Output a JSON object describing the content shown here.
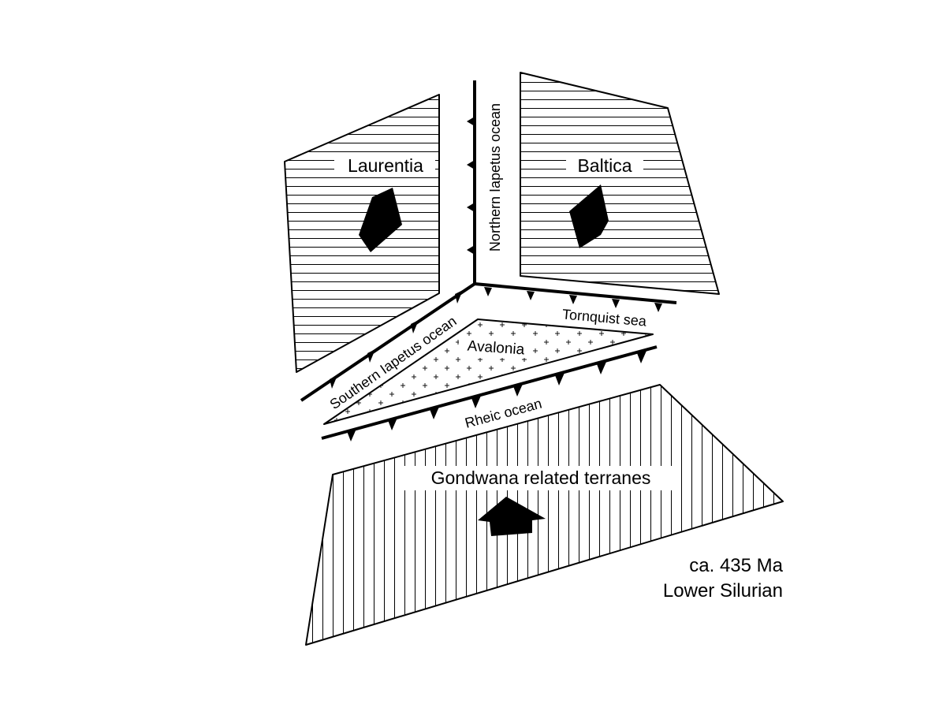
{
  "plates": {
    "laurentia": "Laurentia",
    "baltica": "Baltica",
    "avalonia": "Avalonia",
    "gondwana": "Gondwana related terranes"
  },
  "oceans": {
    "northern_iapetus": "Northern Iapetus ocean",
    "southern_iapetus": "Southern Iapetus ocean",
    "tornquist": "Tornquist sea",
    "rheic": "Rheic ocean"
  },
  "info": {
    "age": "ca. 435 Ma",
    "period": "Lower Silurian"
  },
  "colors": {
    "ink": "#000000",
    "paper": "#ffffff"
  }
}
